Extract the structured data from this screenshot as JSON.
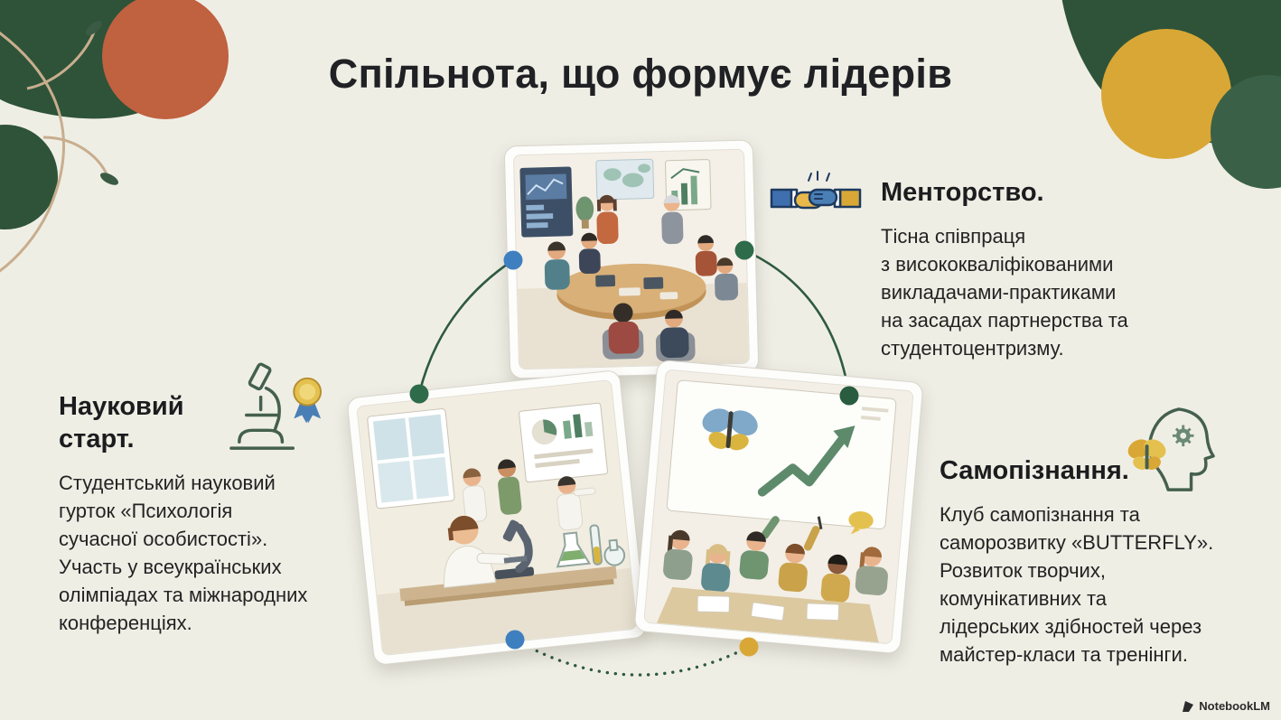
{
  "title": "Спільнота, що формує лідерів",
  "sections": {
    "science": {
      "heading": "Науковий старт.",
      "body": "Студентський науковий\nгурток «Психологія\nсучасної особистості».\nУчасть у всеукраїнських\nолімпіадах та міжнародних\nконференціях.",
      "icon": "microscope-award-icon"
    },
    "mentorship": {
      "heading": "Менторство.",
      "body": "Тісна співпраця\nз висококваліфікованими\nвикладачами-практиками\nна засадах партнерства та\nстудентоцентризму.",
      "icon": "handshake-icon"
    },
    "self_discovery": {
      "heading": "Самопізнання.",
      "body": "Клуб самопізнання та\nсаморозвитку «BUTTERFLY».\nРозвиток творчих,\nкомунікативних та\nлідерських здібностей через\nмайстер-класи та тренінги.",
      "icon": "butterfly-mind-icon"
    }
  },
  "cards": {
    "top": "team-meeting-photo",
    "left": "science-lab-photo",
    "right": "growth-workshop-photo"
  },
  "watermark": "NotebookLM",
  "colors": {
    "background": "#efeee5",
    "dark_green": "#2e5339",
    "terracotta": "#c06140",
    "gold": "#d9a735",
    "dot_blue": "#3e7fc0",
    "dot_green": "#2e6b4a",
    "dot_yellow": "#d9a736",
    "connector_line": "#2e5a41",
    "text": "#202124"
  }
}
